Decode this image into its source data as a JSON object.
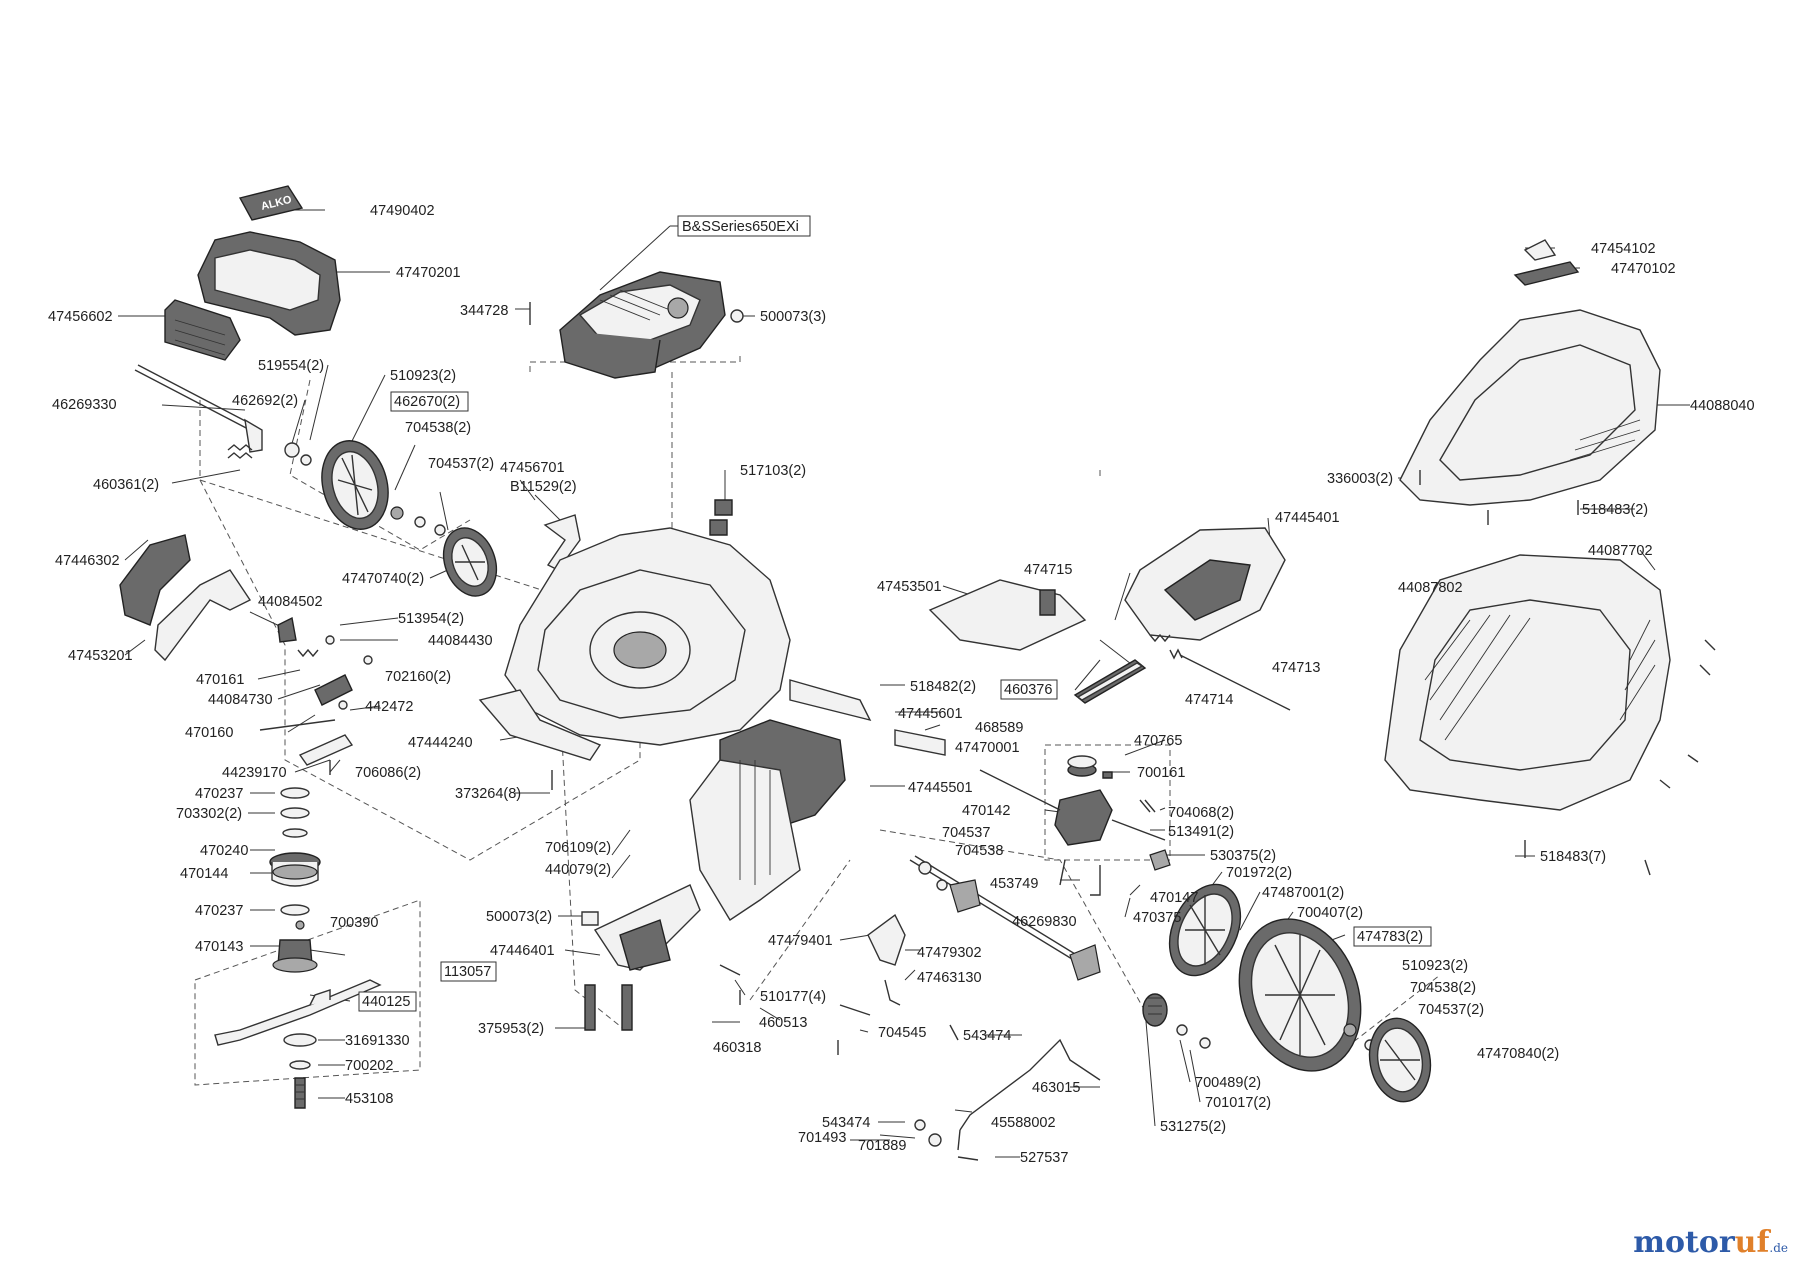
{
  "diagram": {
    "labels": {
      "l47490402": "47490402",
      "l47470201": "47470201",
      "l47456602": "47456602",
      "l519554": "519554(2)",
      "l510923a": "510923(2)",
      "l462692": "462692(2)",
      "l462670": "462670(2)",
      "l46269330": "46269330",
      "l704538a": "704538(2)",
      "l704537a": "704537(2)",
      "l460361": "460361(2)",
      "l47456701": "47456701",
      "lB11529": "B11529(2)",
      "l47470740": "47470740(2)",
      "l47446302": "47446302",
      "l47453201": "47453201",
      "l44084502": "44084502",
      "l513954": "513954(2)",
      "l44084430": "44084430",
      "l470161": "470161",
      "l702160": "702160(2)",
      "l44084730": "44084730",
      "l442472": "442472",
      "l470160": "470160",
      "l44239170": "44239170",
      "l706086": "706086(2)",
      "l470237a": "470237",
      "l703302": "703302(2)",
      "l470240": "470240",
      "l470144": "470144",
      "l470237b": "470237",
      "l700390": "700390",
      "l470143": "470143",
      "l113057": "113057",
      "l440125": "440125",
      "l31691330": "31691330",
      "l700202": "700202",
      "l453108": "453108",
      "lBS": "B&SSeries650EXi",
      "l344728": "344728",
      "l500073a": "500073(3)",
      "l517103": "517103(2)",
      "l47444240": "47444240",
      "l373264": "373264(8)",
      "l706109": "706109(2)",
      "l440079": "440079(2)",
      "l500073b": "500073(2)",
      "l47446401": "47446401",
      "l375953": "375953(2)",
      "l518482": "518482(2)",
      "l47445601": "47445601",
      "l468589": "468589",
      "l47470001": "47470001",
      "l47445501": "47445501",
      "l47479401": "47479401",
      "l47479302": "47479302",
      "l47463130": "47463130",
      "l510177": "510177(4)",
      "l460513": "460513",
      "l460318": "460318",
      "l704545": "704545",
      "l543474a": "543474",
      "l463015": "463015",
      "l543474b": "543474",
      "l45588002": "45588002",
      "l701493": "701493",
      "l701889": "701889",
      "l527537": "527537",
      "l47445401": "47445401",
      "l474715": "474715",
      "l47453501": "47453501",
      "l474713": "474713",
      "l460376": "460376",
      "l474714": "474714",
      "l470765": "470765",
      "l700161": "700161",
      "l470142": "470142",
      "l704068": "704068(2)",
      "l513491": "513491(2)",
      "l704537b": "704537",
      "l704538b": "704538",
      "l530375": "530375(2)",
      "l453749": "453749",
      "l470147": "470147",
      "l470375": "470375",
      "l46269830": "46269830",
      "l701972": "701972(2)",
      "l47487001": "47487001(2)",
      "l700407": "700407(2)",
      "l474783": "474783(2)",
      "l510923b": "510923(2)",
      "l704538c": "704538(2)",
      "l704537c": "704537(2)",
      "l47470840": "47470840(2)",
      "l700489": "700489(2)",
      "l701017": "701017(2)",
      "l531275": "531275(2)",
      "l47454102": "47454102",
      "l47470102": "47470102",
      "l44088040": "44088040",
      "l336003": "336003(2)",
      "l518483a": "518483(2)",
      "l44087702": "44087702",
      "l44087802": "44087802",
      "l518483b": "518483(7)"
    }
  },
  "watermark": {
    "brand_a": "motor",
    "brand_b": "uf",
    "tld": ".de"
  }
}
